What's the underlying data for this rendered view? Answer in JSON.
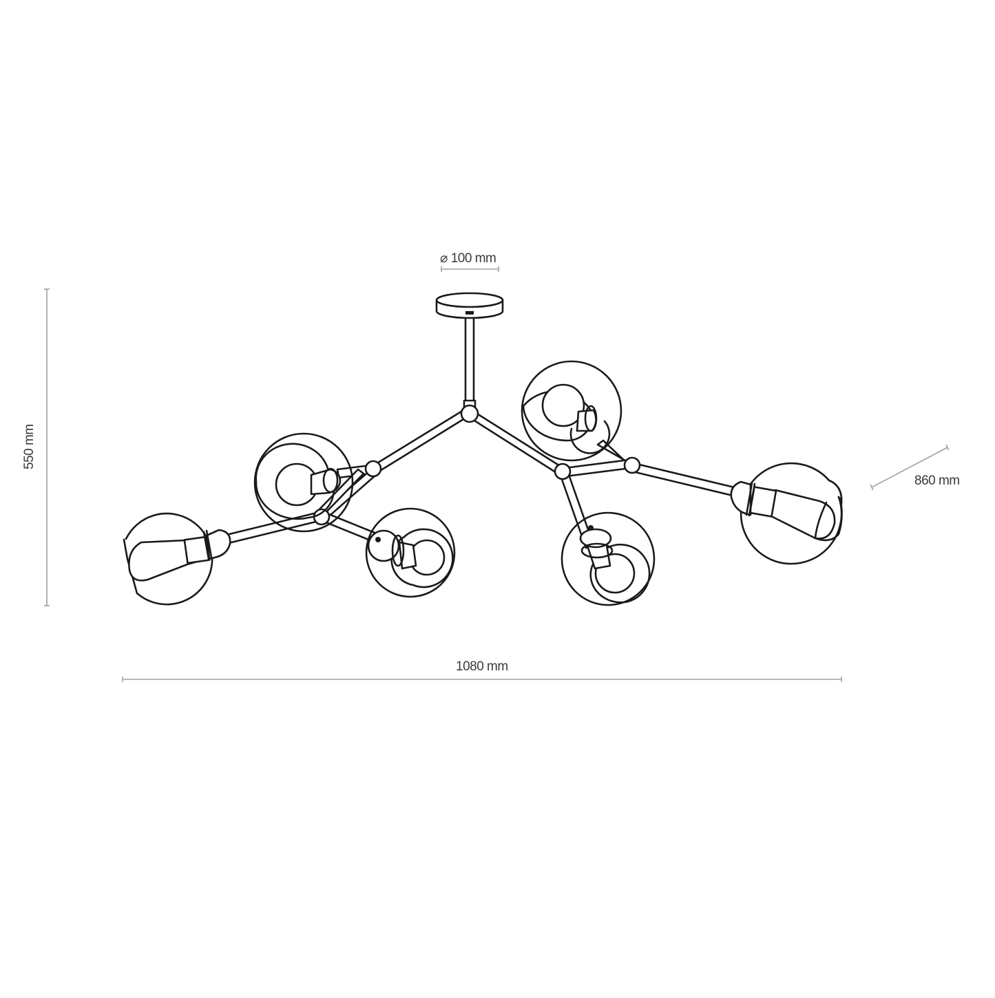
{
  "diagram": {
    "type": "technical-dimension-drawing",
    "subject": "ceiling pendant lamp with six glass globe shades on branching arms",
    "line_color": "#1a1a1a",
    "dimension_line_color": "#a0a0a0",
    "label_color": "#3a3a3a"
  },
  "dimensions": {
    "canopy_diameter": {
      "symbol": "⌀",
      "value": "100",
      "unit": "mm",
      "label": "⌀ 100 mm"
    },
    "height": {
      "value": "550",
      "unit": "mm",
      "label": "550 mm"
    },
    "depth": {
      "value": "860",
      "unit": "mm",
      "label": "860 mm"
    },
    "width": {
      "value": "1080",
      "unit": "mm",
      "label": "1080 mm"
    }
  },
  "components": {
    "canopy": "ceiling-canopy",
    "rod": "drop-rod",
    "hub": "central-joint",
    "shade_count": 6,
    "shades": [
      {
        "id": "far-left",
        "bulb": "edison"
      },
      {
        "id": "left-upper",
        "bulb": "globe"
      },
      {
        "id": "left-lower",
        "bulb": "globe"
      },
      {
        "id": "right-upper",
        "bulb": "globe"
      },
      {
        "id": "right-lower",
        "bulb": "globe"
      },
      {
        "id": "far-right",
        "bulb": "edison"
      }
    ]
  }
}
